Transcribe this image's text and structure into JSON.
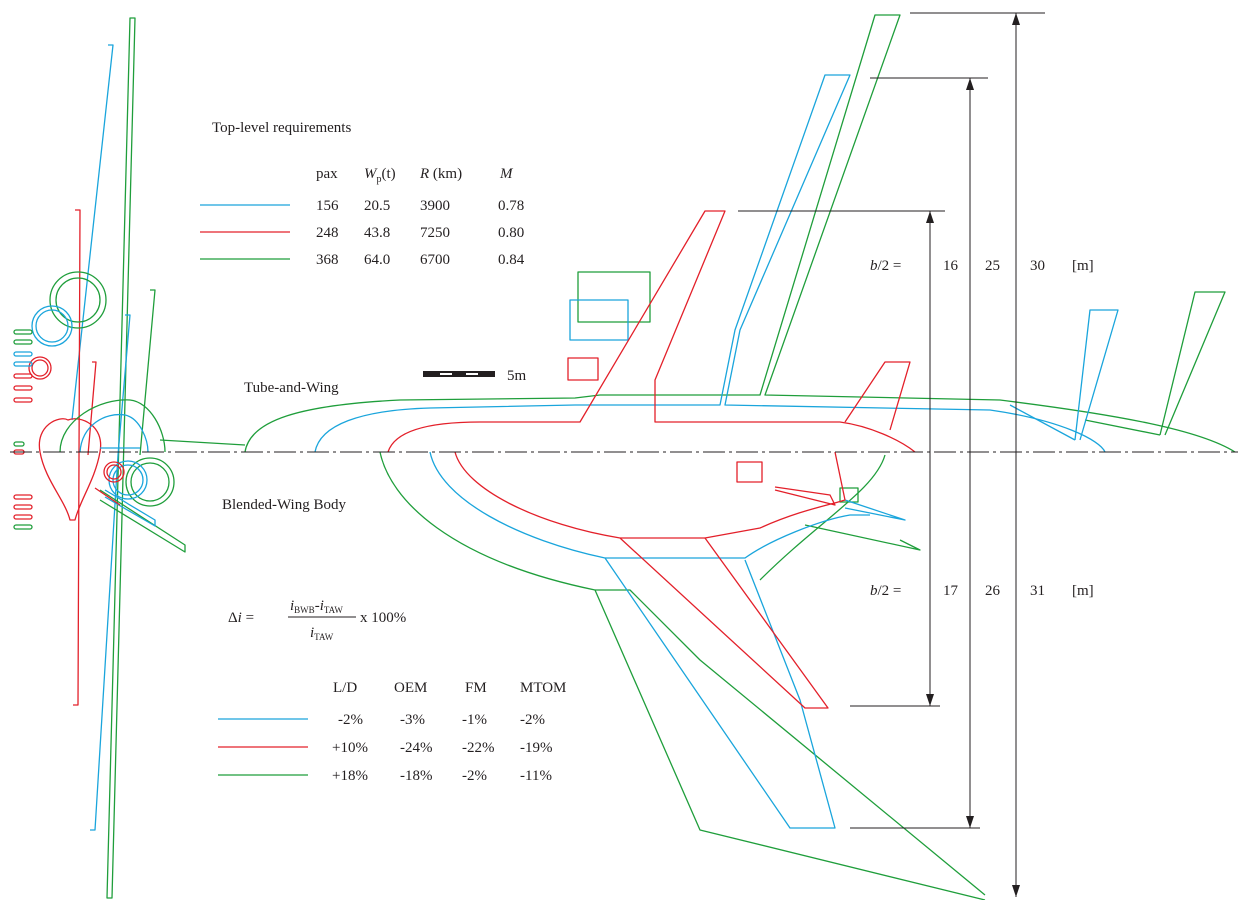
{
  "colors": {
    "blue": "#1aa5dc",
    "red": "#e3202a",
    "green": "#1f9e3b",
    "ink": "#231f20"
  },
  "requirements": {
    "title": "Top-level requirements",
    "headers": {
      "pax": "pax",
      "wp_sym": "W",
      "wp_sub": "p",
      "wp_unit": "(t)",
      "r_sym": "R",
      "r_unit": "(km)",
      "m_sym": "M"
    },
    "rows": [
      {
        "color": "blue",
        "pax": "156",
        "wp": "20.5",
        "r": "3900",
        "m": "0.78"
      },
      {
        "color": "red",
        "pax": "248",
        "wp": "43.8",
        "r": "7250",
        "m": "0.80"
      },
      {
        "color": "green",
        "pax": "368",
        "wp": "64.0",
        "r": "6700",
        "m": "0.84"
      }
    ]
  },
  "scale_bar": {
    "label": "5m"
  },
  "labels": {
    "taw": "Tube-and-Wing",
    "bwb": "Blended-Wing Body"
  },
  "formula": {
    "lhs_delta": "Δ",
    "lhs_i": "i",
    "eq": " =",
    "num_i1": "i",
    "num_sub1": "BWB",
    "num_minus": "-",
    "num_i2": "i",
    "num_sub2": "TAW",
    "den_i": "i",
    "den_sub": "TAW",
    "times": "x 100%"
  },
  "deltas": {
    "headers": [
      "L/D",
      "OEM",
      "FM",
      "MTOM"
    ],
    "rows": [
      {
        "color": "blue",
        "values": [
          "-2%",
          "-3%",
          "-1%",
          "-2%"
        ]
      },
      {
        "color": "red",
        "values": [
          "+10%",
          "-24%",
          "-22%",
          "-19%"
        ]
      },
      {
        "color": "green",
        "values": [
          "+18%",
          "-18%",
          "-2%",
          "-11%"
        ]
      }
    ]
  },
  "spans_taw": {
    "label_b": "b",
    "label_rest": "/2 =",
    "values": [
      "16",
      "25",
      "30"
    ],
    "unit": "[m]"
  },
  "spans_bwb": {
    "label_b": "b",
    "label_rest": "/2 =",
    "values": [
      "17",
      "26",
      "31"
    ],
    "unit": "[m]"
  }
}
